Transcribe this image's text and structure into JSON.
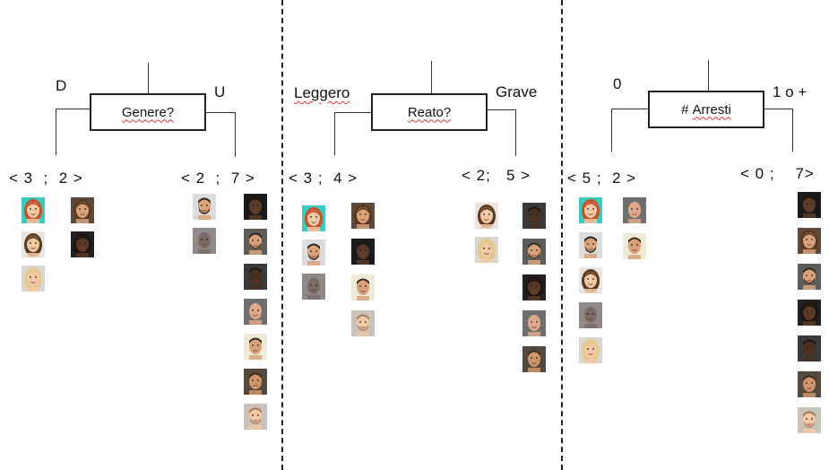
{
  "colors": {
    "divider": "#222222",
    "wavy_underline": "#dd3333",
    "skin_light": "#f1c9a5",
    "skin_medium": "#d9a27a",
    "skin_dark": "#5a3a28",
    "hair_red": "#c4502a",
    "hair_blonde": "#e2c98e",
    "hair_brown": "#5b3a22",
    "hair_dark": "#1e1410",
    "bg_teal": "#3cc9c0"
  },
  "panels": [
    {
      "question": "Genere?",
      "left_label": "D",
      "right_label": "U",
      "left_count": "< 3  ;  2 >",
      "right_count": "< 2  ;  7 >"
    },
    {
      "question": "Reato?",
      "left_label": "Leggero",
      "right_label": "Grave",
      "left_count": "< 3 ;  4 >",
      "right_count": "< 2;   5 >"
    },
    {
      "question_prefix": "#",
      "question": "Arresti",
      "left_label": "0",
      "right_label": "1 o +",
      "left_count": "< 5 ;  2 >",
      "right_count": "< 0 ;    7>"
    }
  ],
  "faces": {
    "p1_left_col1": [
      "woman-red-teal",
      "woman-brown",
      "woman-blonde"
    ],
    "p1_left_col2": [
      "woman-brown-smile",
      "woman-dark"
    ],
    "p1_right_col1": [
      "man-beard",
      "man-dark-bald"
    ],
    "p1_right_col2": [
      "man-dark",
      "man-beard-2",
      "man-dark-2",
      "man-bald",
      "man-smile",
      "man-smile-2",
      "man-beard-3"
    ],
    "p2_left_col1": [
      "woman-red-teal",
      "man-beard",
      "man-dark-bald"
    ],
    "p2_left_col2": [
      "woman-brown-smile",
      "man-dark",
      "man-smile",
      "man-beard-3"
    ],
    "p2_right_col1": [
      "woman-brown",
      "woman-blonde"
    ],
    "p2_right_col2": [
      "man-dark-2",
      "man-beard-2",
      "woman-dark",
      "man-bald",
      "man-smile-2"
    ],
    "p3_left_col1": [
      "woman-red-teal",
      "man-beard",
      "woman-brown",
      "man-dark-bald",
      "woman-blonde"
    ],
    "p3_left_col2": [
      "man-bald",
      "man-smile"
    ],
    "p3_right_col": [
      "man-dark",
      "woman-brown-smile",
      "man-beard-2",
      "woman-dark",
      "man-dark-2",
      "man-smile-2",
      "man-beard-3"
    ]
  }
}
